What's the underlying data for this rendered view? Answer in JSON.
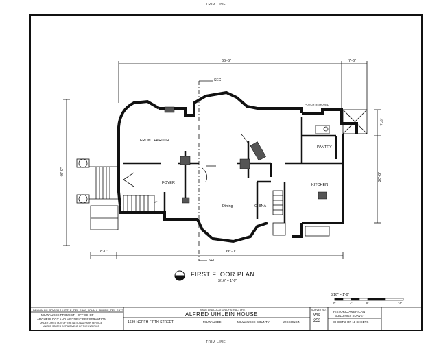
{
  "trim": {
    "top": "TRIM LINE",
    "bottom": "TRIM LINE"
  },
  "dimensions": {
    "overall_width": "66'-6\"",
    "right_top": "7'-6\"",
    "right_side_upper": "7'-0\"",
    "right_side_lower": "26'-6\"",
    "left_side": "46'-0\"",
    "bottom_left": "8'-0\"",
    "bottom_main": "66'-0\""
  },
  "section_marks": {
    "top": "SEC",
    "bottom": "SEC"
  },
  "rooms": {
    "front_parlor": "FRONT PARLOR",
    "foyer": "FOYER",
    "dining": "Dining",
    "china": "CHINA",
    "kitchen": "KITCHEN",
    "pantry": "PANTRY",
    "porch_removed": "PORCH REMOVED",
    "up": "UP"
  },
  "plan_title": {
    "title": "FIRST FLOOR PLAN",
    "scale": "3/16\" = 1'-0\""
  },
  "scale_bar": {
    "label": "3/16\" = 1'-0\"",
    "ticks": [
      "0'",
      "4'",
      "8'",
      "16'"
    ]
  },
  "credits": {
    "drawn_by": "DRAWN BY: ROGER J. LITTLE, DEL. 1969, JOHN A. BURNS, DEL. 1973",
    "office_line1": "MILWAUKEE PROJECT - OFFICE OF",
    "office_line2": "ARCHEOLOGY AND HISTORIC PRESERVATION",
    "office_line3": "UNDER DIRECTION OF THE NATIONAL PARK SERVICE",
    "office_line4": "UNITED STATES DEPARTMENT OF THE INTERIOR"
  },
  "structure": {
    "name_label": "NAME AND LOCATION OF STRUCTURE",
    "name": "ALFRED UIHLEIN HOUSE",
    "address": "1639 NORTH FIFTH STREET",
    "city": "MILWAUKEE",
    "county": "MILWAUKEE COUNTY",
    "state": "WISCONSIN"
  },
  "survey": {
    "no_label": "SURVEY NO.",
    "state": "WIS",
    "number": "253",
    "habs_line1": "HISTORIC AMERICAN",
    "habs_line2": "BUILDINGS SURVEY",
    "sheet": "SHEET 2 OF 11 SHEETS"
  }
}
